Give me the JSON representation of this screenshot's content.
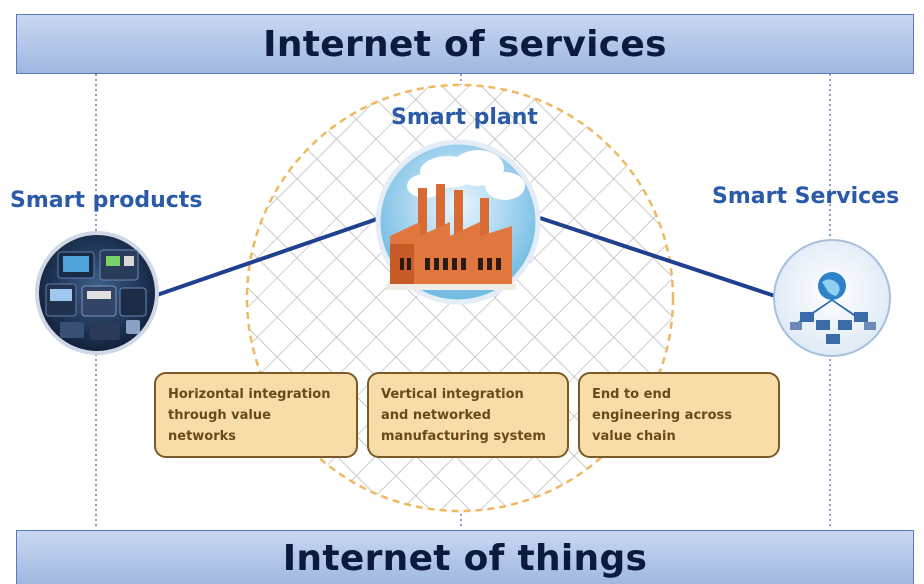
{
  "top_bar": {
    "label": "Internet of services"
  },
  "bottom_bar": {
    "label": "Internet of things"
  },
  "nodes": {
    "left": {
      "label": "Smart products"
    },
    "center": {
      "label": "Smart plant"
    },
    "right": {
      "label": "Smart Services"
    }
  },
  "boxes": [
    {
      "lines": [
        "Horizontal integration",
        "through value",
        "networks"
      ]
    },
    {
      "lines": [
        "Vertical integration",
        "and networked",
        "manufacturing system"
      ]
    },
    {
      "lines": [
        "End to end",
        "engineering across",
        "value chain"
      ]
    }
  ],
  "colors": {
    "bar_fill": "#b4c8ea",
    "label_blue": "#2a5aa8",
    "box_fill": "#f9dda8",
    "dashed_circle": "#f0b860",
    "connector": "#1f3f8f"
  },
  "icons": {
    "left": "devices-photo",
    "center": "factory-icon",
    "right": "network-globe-icon"
  }
}
